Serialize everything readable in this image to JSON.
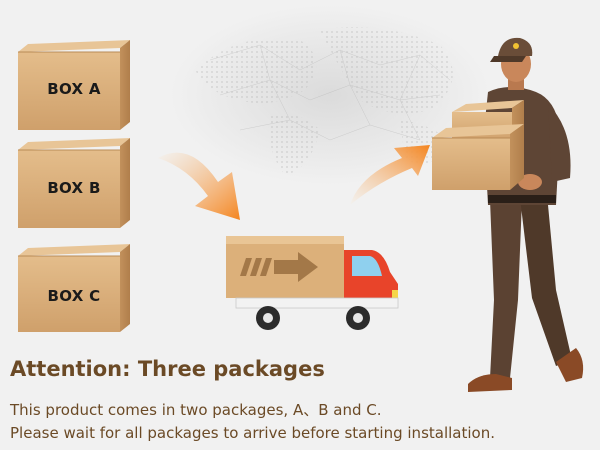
{
  "boxes": [
    {
      "label": "BOX A"
    },
    {
      "label": "BOX B"
    },
    {
      "label": "BOX C"
    }
  ],
  "notice": {
    "title": "Attention: Three packages",
    "line1": "This product comes in two packages, A、B and C.",
    "line2": "Please wait for all packages to arrive before starting installation."
  },
  "colors": {
    "title_text": "#6b4a26",
    "body_text": "#6b4a26",
    "box": "#d9b07f",
    "arrow": "#f4851f",
    "truck_cab": "#e8442a",
    "background": "#f1f1f1"
  },
  "icons": [
    "cardboard-box-icon",
    "arrow-icon",
    "delivery-truck-icon",
    "world-map-icon",
    "delivery-man-icon"
  ]
}
